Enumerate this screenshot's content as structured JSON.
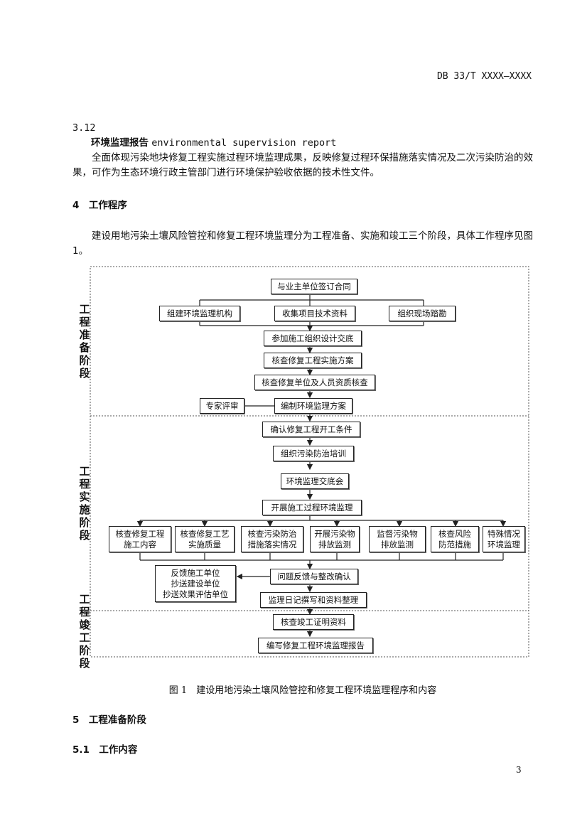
{
  "header": {
    "standard_no": "DB 33/T XXXX—XXXX"
  },
  "section_3_12": {
    "number": "3.12",
    "term_cn": "环境监理报告",
    "term_en": "environmental supervision report",
    "definition": "全面体现污染地块修复工程实施过程环境监理成果，反映修复过程环保措施落实情况及二次污染防治的效果，可作为生态环境行政主管部门进行环境保护验收依据的技术性文件。"
  },
  "section_4": {
    "heading": "4　工作程序",
    "paragraph": "建设用地污染土壤风险管控和修复工程环境监理分为工程准备、实施和竣工三个阶段，具体工作程序见图1。"
  },
  "figure": {
    "stages": [
      "工程准备阶段",
      "工程实施阶段",
      "工程竣工阶段"
    ],
    "prep": {
      "sign_contract": "与业主单位签订合同",
      "parallel": [
        "组建环境监理机构",
        "收集项目技术资料",
        "组织现场踏勘"
      ],
      "design_briefing": "参加施工组织设计交底",
      "check_plan": "核查修复工程实施方案",
      "check_qualification": "核查修复单位及人员资质核查",
      "expert_review": "专家评审",
      "compile_plan": "编制环境监理方案"
    },
    "impl": {
      "confirm_conditions": "确认修复工程开工条件",
      "training": "组织污染防治培训",
      "briefing": "环境监理交底会",
      "process_supervision": "开展施工过程环境监理",
      "tasks": [
        [
          "核查修复工程",
          "施工内容"
        ],
        [
          "核查修复工艺",
          "实施质量"
        ],
        [
          "核查污染防治",
          "措施落实情况"
        ],
        [
          "开展污染物",
          "排放监测"
        ],
        [
          "监督污染物",
          "排放监测"
        ],
        [
          "核查风险",
          "防范措施"
        ],
        [
          "特殊情况",
          "环境监理"
        ]
      ],
      "feedback_targets": [
        "反馈施工单位",
        "抄送建设单位",
        "抄送效果评估单位"
      ],
      "issue_feedback": "问题反馈与整改确认",
      "log_writing": "监理日记撰写和资料整理"
    },
    "completion": {
      "check_docs": "核查竣工证明资料",
      "write_report": "编写修复工程环境监理报告"
    }
  },
  "caption": "图 1　建设用地污染土壤风险管控和修复工程环境监理程序和内容",
  "section_5": {
    "heading": "5　工程准备阶段"
  },
  "section_5_1": {
    "heading": "5.1　工作内容"
  },
  "page_number": "3"
}
